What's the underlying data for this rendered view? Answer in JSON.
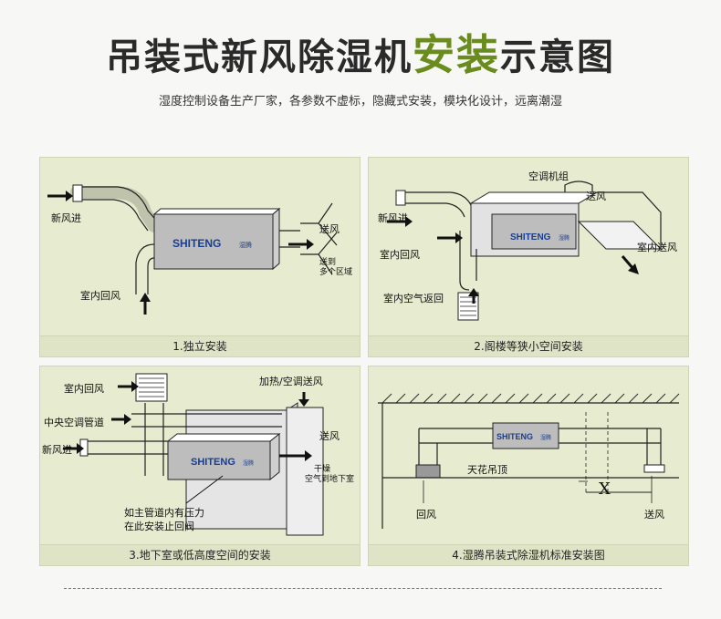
{
  "header": {
    "title_part1": "吊装式新风除湿机",
    "title_part2": "安装",
    "title_part3": "示意图",
    "subtitle": "湿度控制设备生产厂家，各参数不虚标，隐藏式安装，模块化设计，远离潮湿"
  },
  "brand": "SHITENG",
  "brand_cn": "湿腾",
  "panels": [
    {
      "caption": "1.独立安装",
      "labels": {
        "fresh_in": "新风进",
        "indoor_return": "室内回风",
        "supply": "送风",
        "multi_zone_1": "送到",
        "multi_zone_2": "多个区域"
      }
    },
    {
      "caption": "2.阁楼等狭小空间安装",
      "labels": {
        "ac_unit": "空调机组",
        "supply": "送风",
        "fresh_in": "新风进",
        "indoor_return": "室内回风",
        "indoor_supply": "室内送风",
        "indoor_air_return": "室内空气返回"
      }
    },
    {
      "caption": "3.地下室或低高度空间的安装",
      "labels": {
        "indoor_return": "室内回风",
        "central_duct": "中央空调管道",
        "fresh_in": "新风进",
        "heating_ac": "加热/空调送风",
        "supply": "送风",
        "dry_air_1": "干燥",
        "dry_air_2": "空气到地下室",
        "note_1": "如主管道内有压力",
        "note_2": "在此安装止回阀"
      }
    },
    {
      "caption": "4.湿腾吊装式除湿机标准安装图",
      "labels": {
        "ceiling": "天花吊顶",
        "return": "回风",
        "supply": "送风",
        "x_mark": "X"
      }
    }
  ]
}
